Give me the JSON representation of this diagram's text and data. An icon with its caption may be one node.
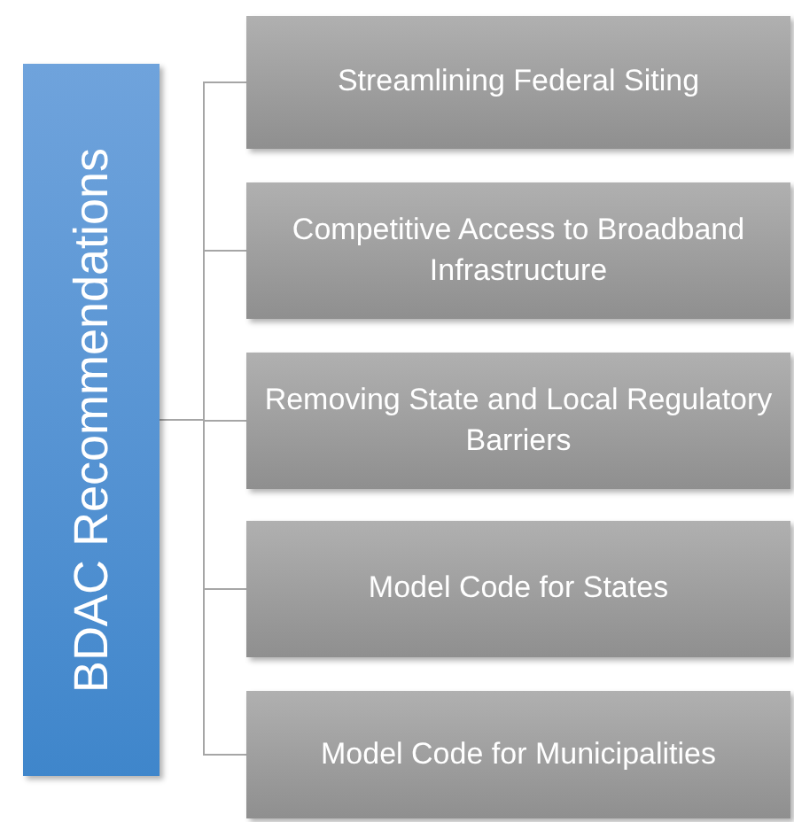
{
  "diagram": {
    "nodes": [
      {
        "text": [
          "BDAC Recommendations"
        ]
      },
      {
        "text": [
          "Streamlining Federal Siting"
        ]
      },
      {
        "text": [
          "Competitive Access to Broadband Infrastructure"
        ]
      },
      {
        "text": [
          "Removing State and Local Regulatory Barriers"
        ]
      },
      {
        "text": [
          "Model Code for States"
        ]
      },
      {
        "text": [
          "Model Code for Municipalities"
        ]
      }
    ],
    "edges": [
      {
        "from": 0,
        "to": 1,
        "arrow": "none"
      },
      {
        "from": 0,
        "to": 2,
        "arrow": "none"
      },
      {
        "from": 0,
        "to": 3,
        "arrow": "none"
      },
      {
        "from": 0,
        "to": 4,
        "arrow": "none"
      },
      {
        "from": 0,
        "to": 5,
        "arrow": "none"
      }
    ]
  }
}
